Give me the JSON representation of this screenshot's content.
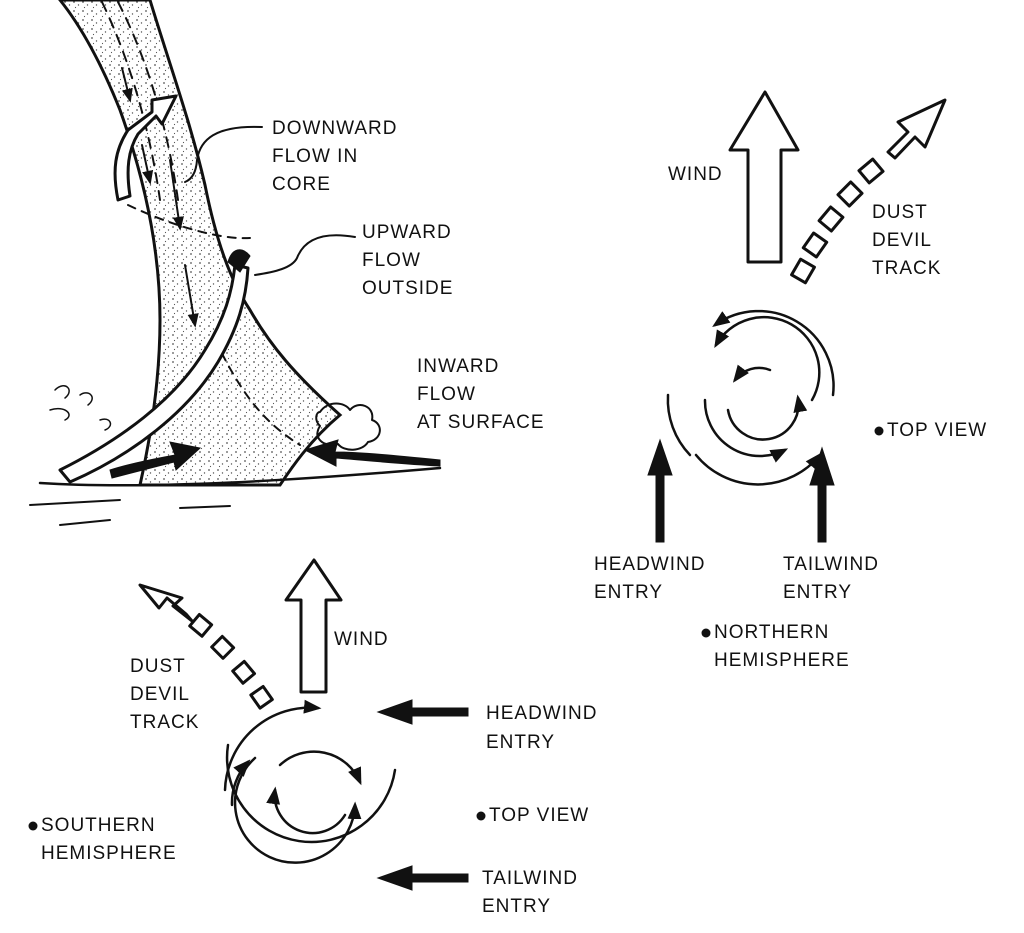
{
  "dust_devil_side_view": {
    "downward_flow": [
      "DOWNWARD",
      "FLOW IN",
      "CORE"
    ],
    "upward_flow": [
      "UPWARD",
      "FLOW",
      "OUTSIDE"
    ],
    "inward_flow": [
      "INWARD",
      "FLOW",
      "AT SURFACE"
    ]
  },
  "northern_hemisphere": {
    "wind": "WIND",
    "track": [
      "DUST",
      "DEVIL",
      "TRACK"
    ],
    "top_view": "TOP VIEW",
    "headwind_entry": [
      "HEADWIND",
      "ENTRY"
    ],
    "tailwind_entry": [
      "TAILWIND",
      "ENTRY"
    ],
    "hemisphere": [
      "NORTHERN",
      "HEMISPHERE"
    ]
  },
  "southern_hemisphere": {
    "wind": "WIND",
    "track": [
      "DUST",
      "DEVIL",
      "TRACK"
    ],
    "headwind_entry": [
      "HEADWIND",
      "ENTRY"
    ],
    "top_view": "TOP VIEW",
    "hemisphere": [
      "SOUTHERN",
      "HEMISPHERE"
    ],
    "tailwind_entry": [
      "TAILWIND",
      "ENTRY"
    ]
  },
  "colors": {
    "ink": "#111111",
    "paper": "#ffffff",
    "dust": "#555555"
  }
}
